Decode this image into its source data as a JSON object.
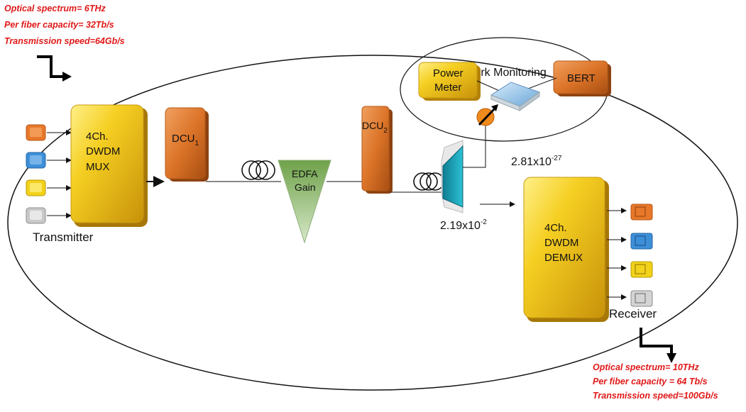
{
  "top_specs": {
    "spectrum": "Optical spectrum= 6THz",
    "capacity": "Per fiber capacity= 32Tb/s",
    "speed": "Transmission speed=64Gb/s"
  },
  "bottom_specs": {
    "spectrum": "Optical spectrum= 10THz",
    "capacity": "Per fiber capacity = 64 Tb/s",
    "speed": "Transmission speed=100Gb/s"
  },
  "mux": {
    "line1": "4Ch.",
    "line2": "DWDM",
    "line3": "MUX"
  },
  "demux": {
    "line1": "4Ch.",
    "line2": "DWDM",
    "line3": "DEMUX"
  },
  "transmitter_label": "Transmitter",
  "receiver_label": "Receiver",
  "dcu1": {
    "base": "DCU",
    "sub": "1"
  },
  "dcu2": {
    "base": "DCU",
    "sub": "2"
  },
  "edfa": {
    "line1": "EDFA",
    "line2": "Gain"
  },
  "monitoring": {
    "title": "Network Monitoring",
    "power_line1": "Power",
    "power_line2": "Meter",
    "bert": "BERT"
  },
  "ber_top": {
    "base": "2.81x10",
    "exp": "-27"
  },
  "ber_bottom": {
    "base": "2.19x10",
    "exp": "-2"
  },
  "colors": {
    "channel_orange": "#e8782a",
    "channel_blue": "#3d8fd8",
    "channel_yellow": "#f2d21a",
    "channel_gray": "#c9c9c9",
    "mux_gold": "#f2c81c",
    "dcu_orange": "#d9752a",
    "edfa_green": "#7fae5a",
    "filter_teal": "#1aa0b8",
    "spec_red": "#e01818"
  }
}
